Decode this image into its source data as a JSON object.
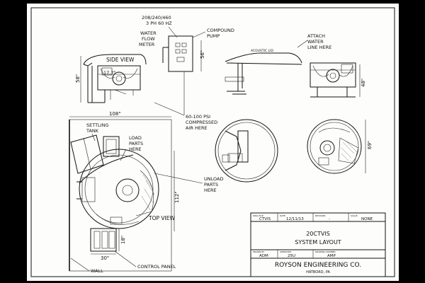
{
  "labels": {
    "power": "208/240/460\n3 PH 60 HZ",
    "compound_pump": "COMPOUND\nPUMP",
    "water_flow_meter": "WATER\nFLOW\nMETER",
    "side_view": "SIDE VIEW",
    "acoustic_lid": "ACOUSTIC LID",
    "attach_water": "ATTACH\nWATER\nLINE HERE",
    "compressed_air": "60-100 PSI\nCOMPRESSED\nAIR HERE",
    "settling_tank": "SETTLING\nTANK",
    "load_parts": "LOAD\nPARTS\nHERE",
    "unload_parts": "UNLOAD\nPARTS\nHERE",
    "top_view": "TOP VIEW",
    "wall": "WALL",
    "control_panel": "CONTROL PANEL"
  },
  "dimensions": {
    "d58": "58\"",
    "d56": "56\"",
    "d17": "17.7\"",
    "d48": "48\"",
    "d108": "108\"",
    "d112": "112\"",
    "d69": "69\"",
    "d30": "30\"",
    "d18": "18\""
  },
  "title_block": {
    "file_label": "DWG FILE",
    "file_value": "CTVIS",
    "date_label": "DATE",
    "date_value": "12/11/13",
    "revision_label": "REVISION",
    "revision_value": "-",
    "scale_label": "SCALE",
    "scale_value": "NONE",
    "model": "20CTVIS",
    "title": "SYSTEM LAYOUT",
    "drawn_label": "DRAWN BY",
    "drawn_value": "ADM",
    "approved_label": "APPROVED",
    "approved_value": "25U",
    "drawing_label": "DRAWING NUMBER",
    "drawing_value": "AMP",
    "company": "ROYSON ENGINEERING CO.",
    "location": "HATBORO, PA"
  }
}
